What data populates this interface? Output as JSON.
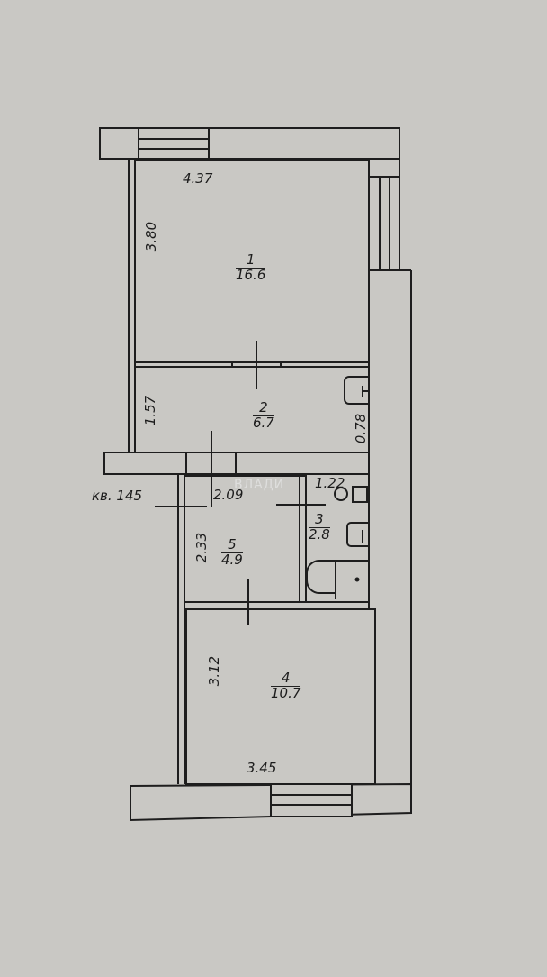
{
  "plan": {
    "apartment_label": "кв. 145",
    "background_color": "#c9c8c4",
    "line_color": "#1e1e1e",
    "watermark": "ВЛАДИ",
    "rooms": [
      {
        "number": "1",
        "area": "16.6"
      },
      {
        "number": "2",
        "area": "6.7"
      },
      {
        "number": "3",
        "area": "2.8"
      },
      {
        "number": "4",
        "area": "10.7"
      },
      {
        "number": "5",
        "area": "4.9"
      }
    ],
    "dimensions": {
      "room1_width": "4.37",
      "room1_height": "3.80",
      "room2_height": "1.57",
      "room2_niche": "0.78",
      "hall_width": "2.09",
      "bath_width": "1.22",
      "hall_height": "2.33",
      "room4_height": "3.12",
      "room4_width": "3.45"
    }
  }
}
